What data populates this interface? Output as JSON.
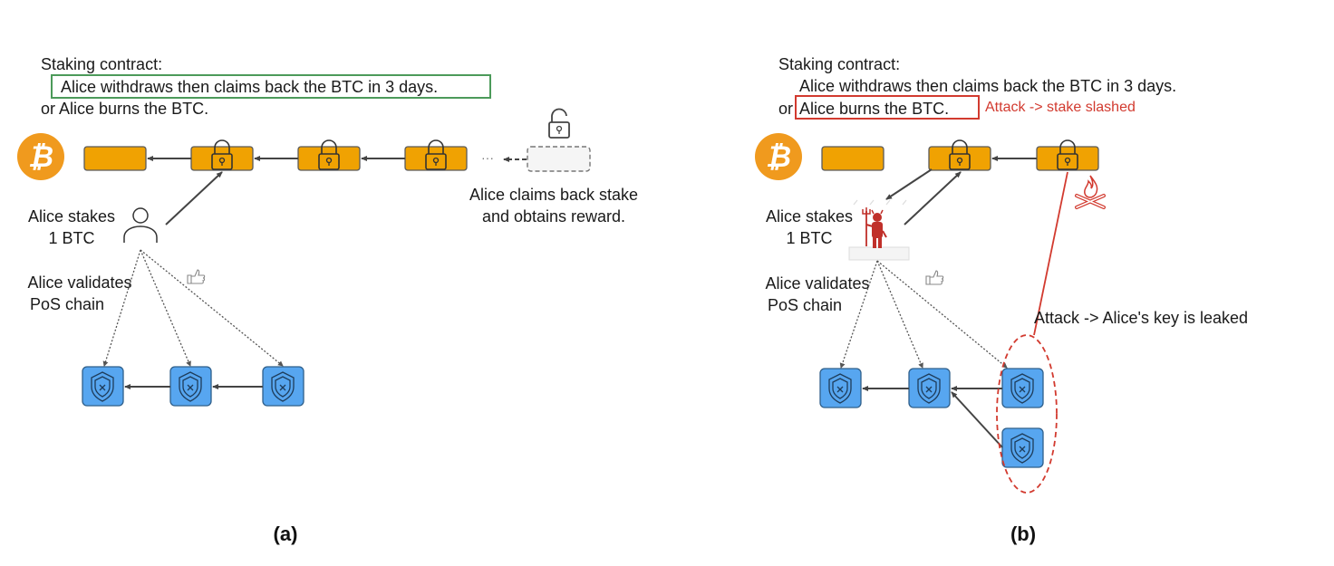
{
  "panel_a": {
    "caption": "(a)",
    "contract_title": "Staking contract:",
    "contract_option1": "Alice withdraws then claims back the BTC in 3 days.",
    "contract_option2": "or Alice burns the BTC.",
    "highlight_color": "#4c9a5a",
    "stake_label_line1": "Alice stakes",
    "stake_label_line2": "1 BTC",
    "validate_label_line1": "Alice validates",
    "validate_label_line2": "PoS chain",
    "claim_label_line1": "Alice claims back stake",
    "claim_label_line2": "and obtains reward.",
    "ellipsis": "···"
  },
  "panel_b": {
    "caption": "(b)",
    "contract_title": "Staking contract:",
    "contract_option1": "Alice withdraws then claims back the BTC in 3 days.",
    "contract_or": "or",
    "contract_option2": "Alice burns the BTC.",
    "highlight_color": "#d23a2f",
    "attack_slashed": "Attack -> stake slashed",
    "attack_leaked": "Attack -> Alice's key is leaked",
    "stake_label_line1": "Alice stakes",
    "stake_label_line2": "1 BTC",
    "validate_label_line1": "Alice validates",
    "validate_label_line2": "PoS chain"
  },
  "colors": {
    "bitcoin": "#f09a1e",
    "btc_block": "#f0a202",
    "pos_block": "#57a6f0",
    "attack": "#d23a2f"
  }
}
